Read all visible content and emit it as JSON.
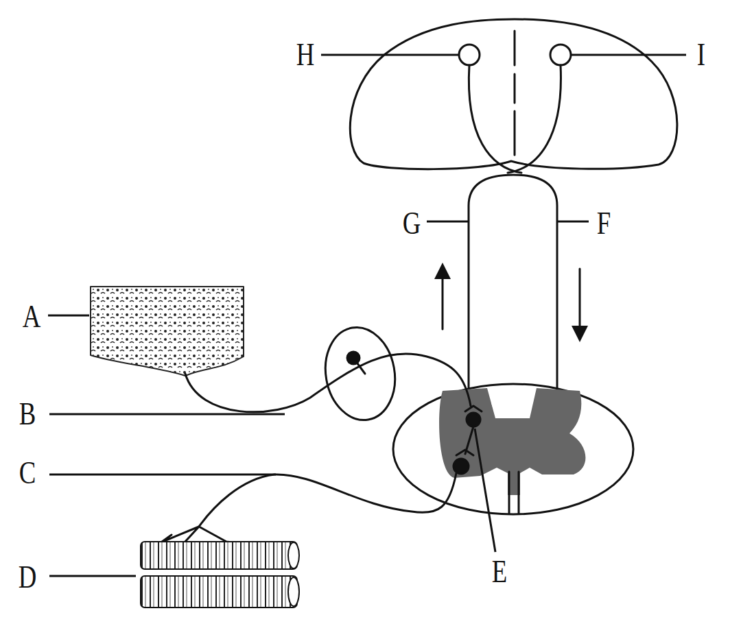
{
  "diagram": {
    "labels": [
      "H",
      "I",
      "G",
      "F",
      "A",
      "B",
      "C",
      "E",
      "D"
    ]
  }
}
